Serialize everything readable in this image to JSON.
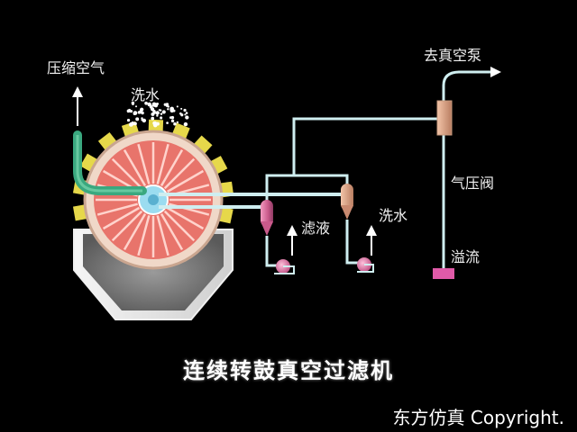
{
  "title": "连续转鼓真空过滤机",
  "credit": "东方仿真 Copyright.",
  "labels": {
    "compressed_air": "压缩空气",
    "wash_water_top": "洗水",
    "to_vacuum_pump": "去真空泵",
    "air_pressure_valve": "气压阀",
    "filtrate": "滤液",
    "wash_water_right": "洗水",
    "overflow": "溢流"
  },
  "colors": {
    "background": "#000000",
    "pipe": "#cfeef0",
    "drum_face": "#ea7a70",
    "drum_spokes": "#ffd3cc",
    "rim_segments": "#e6d84a",
    "trough": "#e7e7e7",
    "slurry": "#8b8b8b",
    "receiver": "#d86a9c",
    "valve": "#dfa58a",
    "overflow_box": "#e05aa8",
    "air_pipe": "#3aa87f",
    "hub": "#9bdcf0"
  }
}
